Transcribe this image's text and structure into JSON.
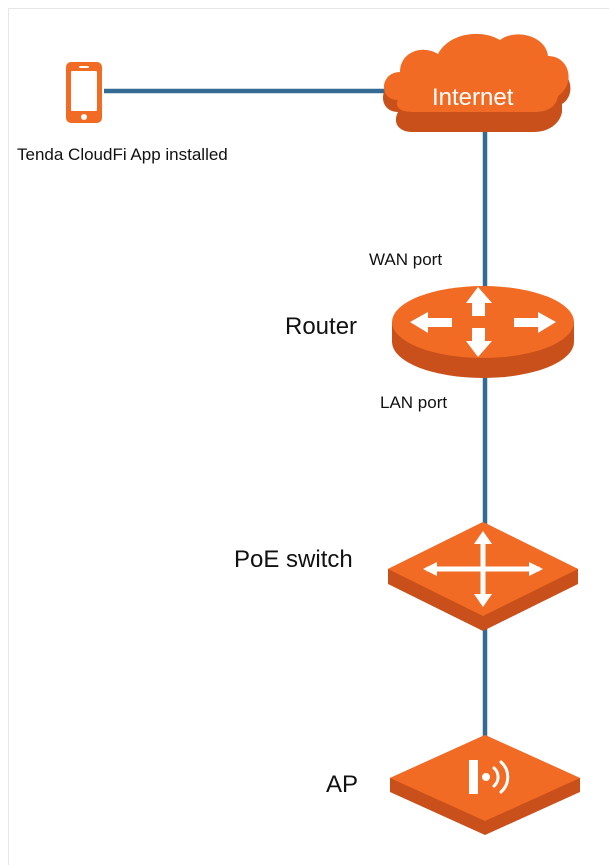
{
  "nodes": {
    "phone": {
      "label": "Tenda CloudFi App installed",
      "icon": "smartphone-icon"
    },
    "internet": {
      "label": "Internet",
      "icon": "cloud-icon"
    },
    "router": {
      "label": "Router",
      "icon": "router-icon"
    },
    "poe_switch": {
      "label": "PoE switch",
      "icon": "switch-icon"
    },
    "ap": {
      "label": "AP",
      "icon": "access-point-icon"
    }
  },
  "ports": {
    "wan": "WAN port",
    "lan": "LAN port"
  },
  "links": [
    {
      "from": "phone",
      "to": "internet"
    },
    {
      "from": "internet",
      "to": "router"
    },
    {
      "from": "router",
      "to": "poe_switch"
    },
    {
      "from": "poe_switch",
      "to": "ap"
    }
  ],
  "colors": {
    "device_orange": "#f26b25",
    "device_orange_dark": "#d2541a",
    "link_blue": "#336b93"
  }
}
